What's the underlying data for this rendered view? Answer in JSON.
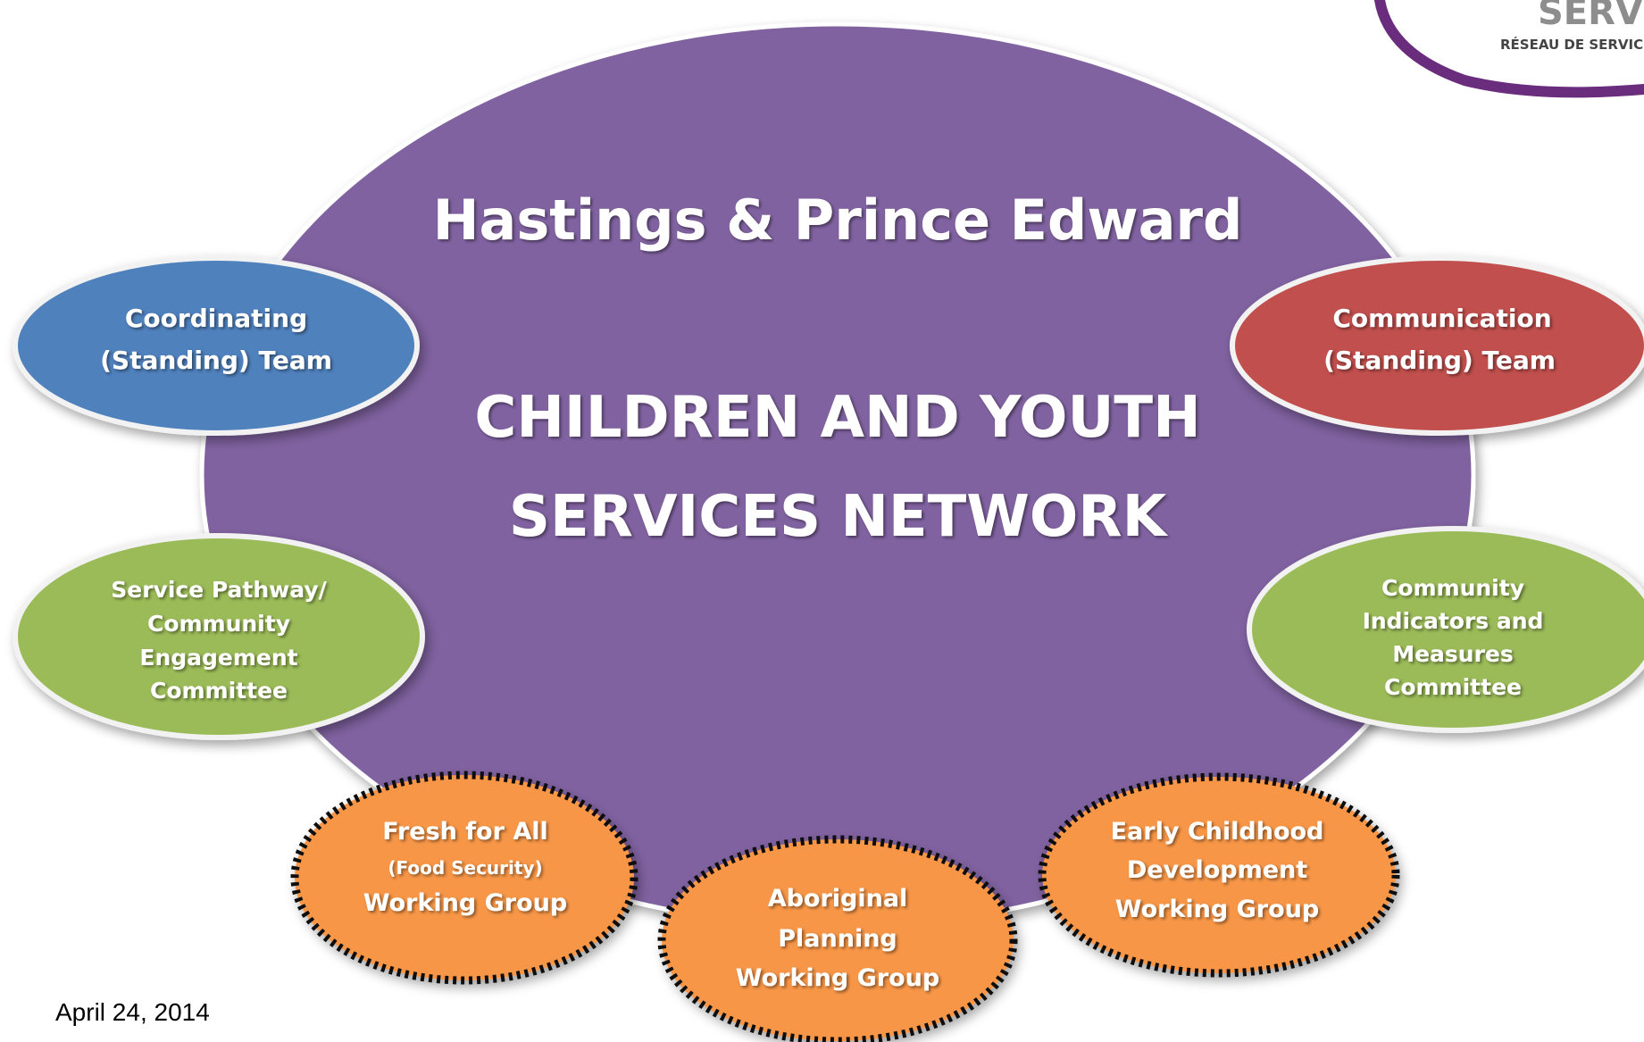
{
  "logo": {
    "word": "SERVI",
    "subtitle": "RÉSEAU DE SERVICES"
  },
  "hub": {
    "title": "Hastings & Prince Edward",
    "subtitle_line1": "CHILDREN AND YOUTH",
    "subtitle_line2": "SERVICES NETWORK"
  },
  "nodes": {
    "coordinating": {
      "line1": "Coordinating",
      "line2": "(Standing) Team"
    },
    "communication": {
      "line1": "Communication",
      "line2": "(Standing) Team"
    },
    "service_pathway": {
      "line1": "Service Pathway/",
      "line2": "Community",
      "line3": "Engagement",
      "line4": "Committee"
    },
    "community_indicators": {
      "line1": "Community",
      "line2": "Indicators and",
      "line3": "Measures",
      "line4": "Committee"
    },
    "fresh_for_all": {
      "line1": "Fresh for All",
      "line2": "(Food Security)",
      "line3": "Working Group"
    },
    "aboriginal": {
      "line1": "Aboriginal",
      "line2": "Planning",
      "line3": "Working Group"
    },
    "early_childhood": {
      "line1": "Early Childhood",
      "line2": "Development",
      "line3": "Working Group"
    }
  },
  "footer": {
    "date": "April 24, 2014"
  },
  "colors": {
    "hub": "#8062a0",
    "standing_team_left": "#4f81bd",
    "standing_team_right": "#c0504d",
    "committee": "#9bbb59",
    "working_group": "#f79646",
    "logo": "#6a2c7c"
  }
}
